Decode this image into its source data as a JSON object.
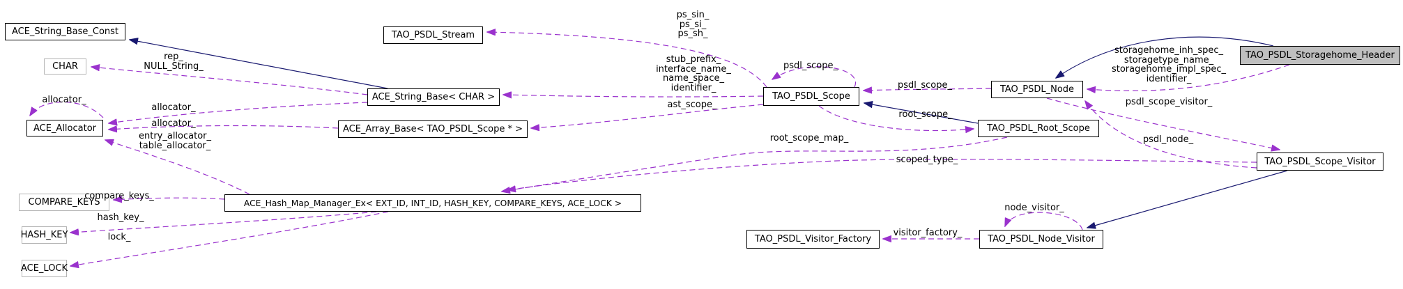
{
  "diagram": {
    "type": "collaboration-graph",
    "colors": {
      "background": "#ffffff",
      "member_edge": "#9a32cd",
      "inheritance_edge": "#191970",
      "node_border": "#000000",
      "template_node_border": "#b4b4b4",
      "current_node_fill": "#bfbfbf",
      "text": "#000000"
    },
    "nodes": {
      "ace_string_base_const": {
        "label": "ACE_String_Base_Const"
      },
      "char": {
        "label": "CHAR"
      },
      "ace_allocator": {
        "label": "ACE_Allocator"
      },
      "compare_keys": {
        "label": "COMPARE_KEYS"
      },
      "hash_key": {
        "label": "HASH_KEY"
      },
      "ace_lock": {
        "label": "ACE_LOCK"
      },
      "ace_hash_map": {
        "label": "ACE_Hash_Map_Manager_Ex< EXT_ID, INT_ID, HASH_KEY, COMPARE_KEYS, ACE_LOCK >"
      },
      "tao_psdl_stream": {
        "label": "TAO_PSDL_Stream"
      },
      "ace_string_base_char": {
        "label": "ACE_String_Base< CHAR >"
      },
      "ace_array_base": {
        "label": "ACE_Array_Base< TAO_PSDL_Scope * >"
      },
      "tao_psdl_scope": {
        "label": "TAO_PSDL_Scope"
      },
      "tao_psdl_node": {
        "label": "TAO_PSDL_Node"
      },
      "tao_psdl_root_scope": {
        "label": "TAO_PSDL_Root_Scope"
      },
      "tao_psdl_storagehome_header": {
        "label": "TAO_PSDL_Storagehome_Header"
      },
      "tao_psdl_scope_visitor": {
        "label": "TAO_PSDL_Scope_Visitor"
      },
      "tao_psdl_visitor_factory": {
        "label": "TAO_PSDL_Visitor_Factory"
      },
      "tao_psdl_node_visitor": {
        "label": "TAO_PSDL_Node_Visitor"
      }
    },
    "edge_labels": {
      "rep_null_string": {
        "text": "rep_\nNULL_String_"
      },
      "allocator_self": {
        "text": "allocator_"
      },
      "allocator_string_base": {
        "text": "allocator_"
      },
      "allocator_array_base": {
        "text": "allocator_"
      },
      "entry_table_allocator": {
        "text": "entry_allocator_\ntable_allocator_"
      },
      "compare_keys": {
        "text": "compare_keys_"
      },
      "hash_key": {
        "text": "hash_key_"
      },
      "lock": {
        "text": "lock_"
      },
      "ps_streams": {
        "text": "ps_sin_\nps_si_\nps_sh_"
      },
      "scope_strings": {
        "text": "stub_prefix_\ninterface_name_\nname_space_\nidentifier_"
      },
      "psdl_scope_self": {
        "text": "psdl_scope_"
      },
      "ast_scope": {
        "text": "ast_scope_"
      },
      "root_scope_map": {
        "text": "root_scope_map_"
      },
      "psdl_scope_node": {
        "text": "psdl_scope_"
      },
      "root_scope": {
        "text": "root_scope_"
      },
      "storagehome_strings": {
        "text": "storagehome_inh_spec_\nstoragetype_name_\nstoragehome_impl_spec_\nidentifier_"
      },
      "psdl_scope_visitor": {
        "text": "psdl_scope_visitor_"
      },
      "psdl_node": {
        "text": "psdl_node_"
      },
      "scoped_type": {
        "text": "scoped_type_"
      },
      "node_visitor": {
        "text": "node_visitor_"
      },
      "visitor_factory": {
        "text": "visitor_factory_"
      }
    }
  }
}
